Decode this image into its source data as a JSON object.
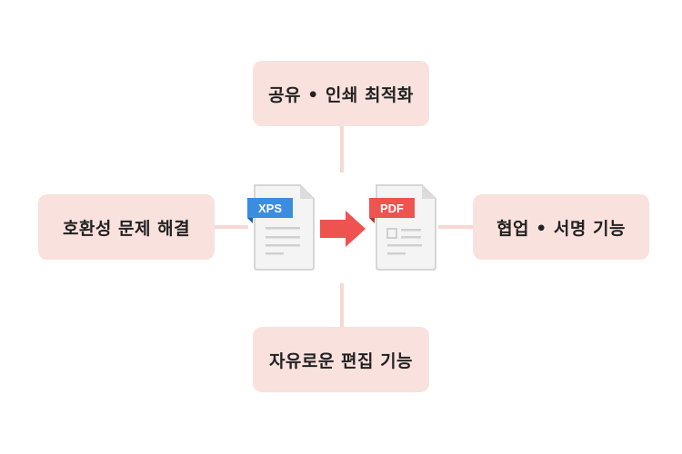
{
  "benefits": {
    "top": "공유 • 인쇄 최적화",
    "left": "호환성 문제 해결",
    "right": "협업 • 서명 기능",
    "bottom": "자유로운 편집 기능"
  },
  "conversion": {
    "source_label": "XPS",
    "target_label": "PDF"
  },
  "colors": {
    "box": "#f9e1dd",
    "xps": "#3b8de0",
    "pdf": "#ee5350",
    "arrow": "#ee5350"
  }
}
